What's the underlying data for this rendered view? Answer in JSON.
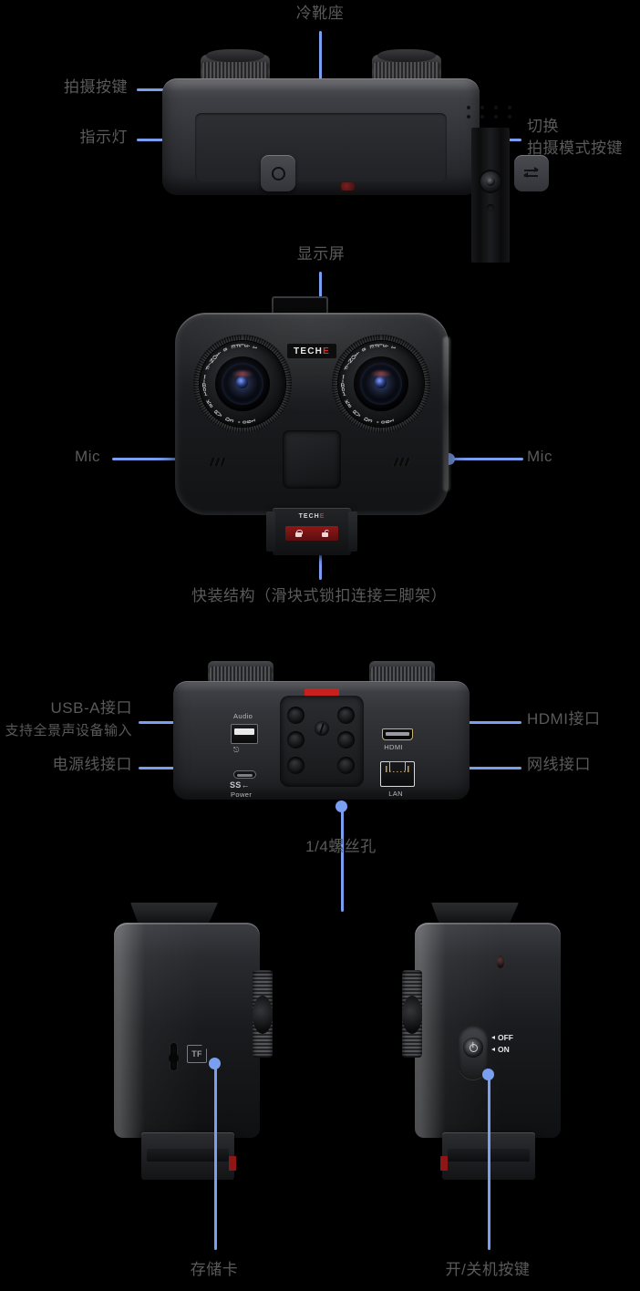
{
  "page": {
    "background": "#000000",
    "accent_color": "#7b9ff0",
    "label_color": "#5a5a5a",
    "brand": "TECHE"
  },
  "views": {
    "top": {
      "name": "top-view",
      "callouts": {
        "cold_shoe": "冷靴座",
        "shutter_button": "拍摄按键",
        "indicator_light": "指示灯",
        "mode_switch_line1": "切换",
        "mode_switch_line2": "拍摄模式按键"
      }
    },
    "front": {
      "name": "front-view",
      "logo_main": "TECH",
      "logo_accent": "E",
      "lens_text": "180° 3D VR 8K 10Bit F/NO1.8 EFL3.1",
      "callouts": {
        "display": "显示屏",
        "mic_left": "Mic",
        "mic_right": "Mic",
        "quick_release": "快装结构（滑块式锁扣连接三脚架）"
      },
      "quick_release_logo_main": "TECH",
      "quick_release_logo_accent": "E"
    },
    "rear": {
      "name": "rear-port-view",
      "port_labels": {
        "audio": "Audio",
        "usb_power": "Power",
        "usb_power_sym": "SS←",
        "hdmi": "HDMI",
        "lan": "LAN"
      },
      "callouts": {
        "usb_a_line1": "USB-A接口",
        "usb_a_line2": "支持全景声设备输入",
        "power_port": "电源线接口",
        "hdmi_port": "HDMI接口",
        "lan_port": "网线接口",
        "tripod_screw": "1/4螺丝孔"
      }
    },
    "side_left": {
      "name": "left-side-view",
      "tf_icon_text": "TF",
      "callouts": {
        "memory_card": "存储卡"
      }
    },
    "side_right": {
      "name": "right-side-view",
      "switch_off": "OFF",
      "switch_on": "ON",
      "callouts": {
        "power_button": "开/关机按键"
      }
    }
  }
}
